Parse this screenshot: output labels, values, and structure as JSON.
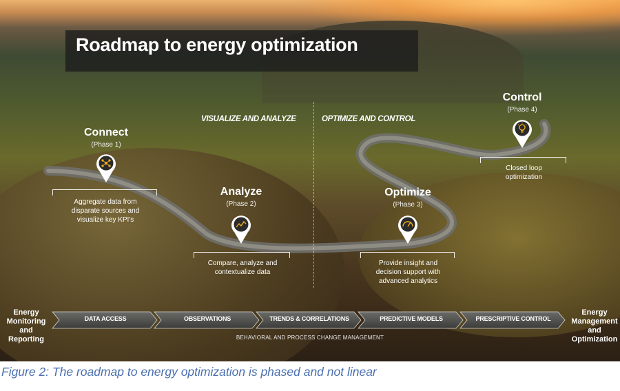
{
  "title": "Roadmap to energy optimization",
  "sections": {
    "left": "VISUALIZE AND ANALYZE",
    "right": "OPTIMIZE AND CONTROL"
  },
  "phases": [
    {
      "name": "Connect",
      "phase": "(Phase 1)",
      "desc": "Aggregate data from\ndisparate sources and\nvisualize key KPI's",
      "icon": "network-nodes-icon"
    },
    {
      "name": "Analyze",
      "phase": "(Phase 2)",
      "desc": "Compare, analyze and\ncontextualize data",
      "icon": "line-chart-icon"
    },
    {
      "name": "Optimize",
      "phase": "(Phase 3)",
      "desc": "Provide insight and\ndecision support with\nadvanced analytics",
      "icon": "gauge-icon"
    },
    {
      "name": "Control",
      "phase": "(Phase 4)",
      "desc": "Closed loop\noptimization",
      "icon": "lightbulb-icon"
    }
  ],
  "start_label": "Energy\nMonitoring\nand\nReporting",
  "end_label": "Energy\nManagement\nand\nOptimization",
  "steps": [
    "DATA ACCESS",
    "OBSERVATIONS",
    "TRENDS & CORRELATIONS",
    "PREDICTIVE MODELS",
    "PRESCRIPTIVE CONTROL"
  ],
  "bottom_band": "BEHAVIORAL AND PROCESS CHANGE MANAGEMENT",
  "caption": "Figure 2: The roadmap to energy optimization is phased and not linear",
  "colors": {
    "accent": "#f2b01e",
    "caption": "#4a6fae"
  }
}
